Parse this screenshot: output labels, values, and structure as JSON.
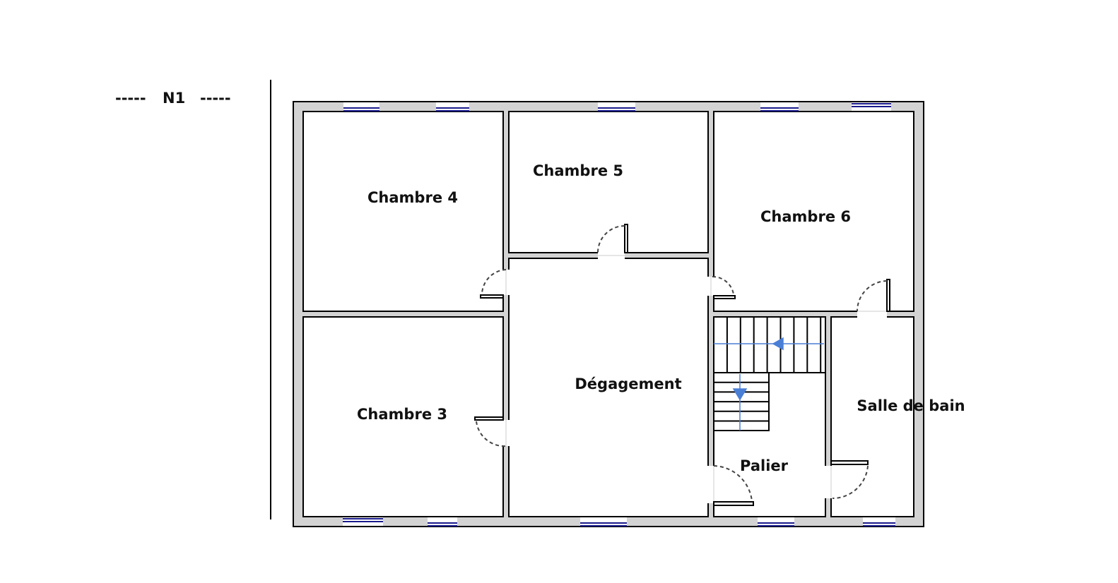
{
  "level": {
    "label": "N1",
    "dashes": "-----"
  },
  "rooms": {
    "chambre4": "Chambre 4",
    "chambre5": "Chambre 5",
    "chambre6": "Chambre 6",
    "chambre3": "Chambre 3",
    "degagement": "Dégagement",
    "palier": "Palier",
    "salle_de_bain": "Salle de bain"
  },
  "colors": {
    "wall": "#d3d3d3",
    "window": "#1a1a8c",
    "stair_arrow": "#4a7fd6"
  }
}
